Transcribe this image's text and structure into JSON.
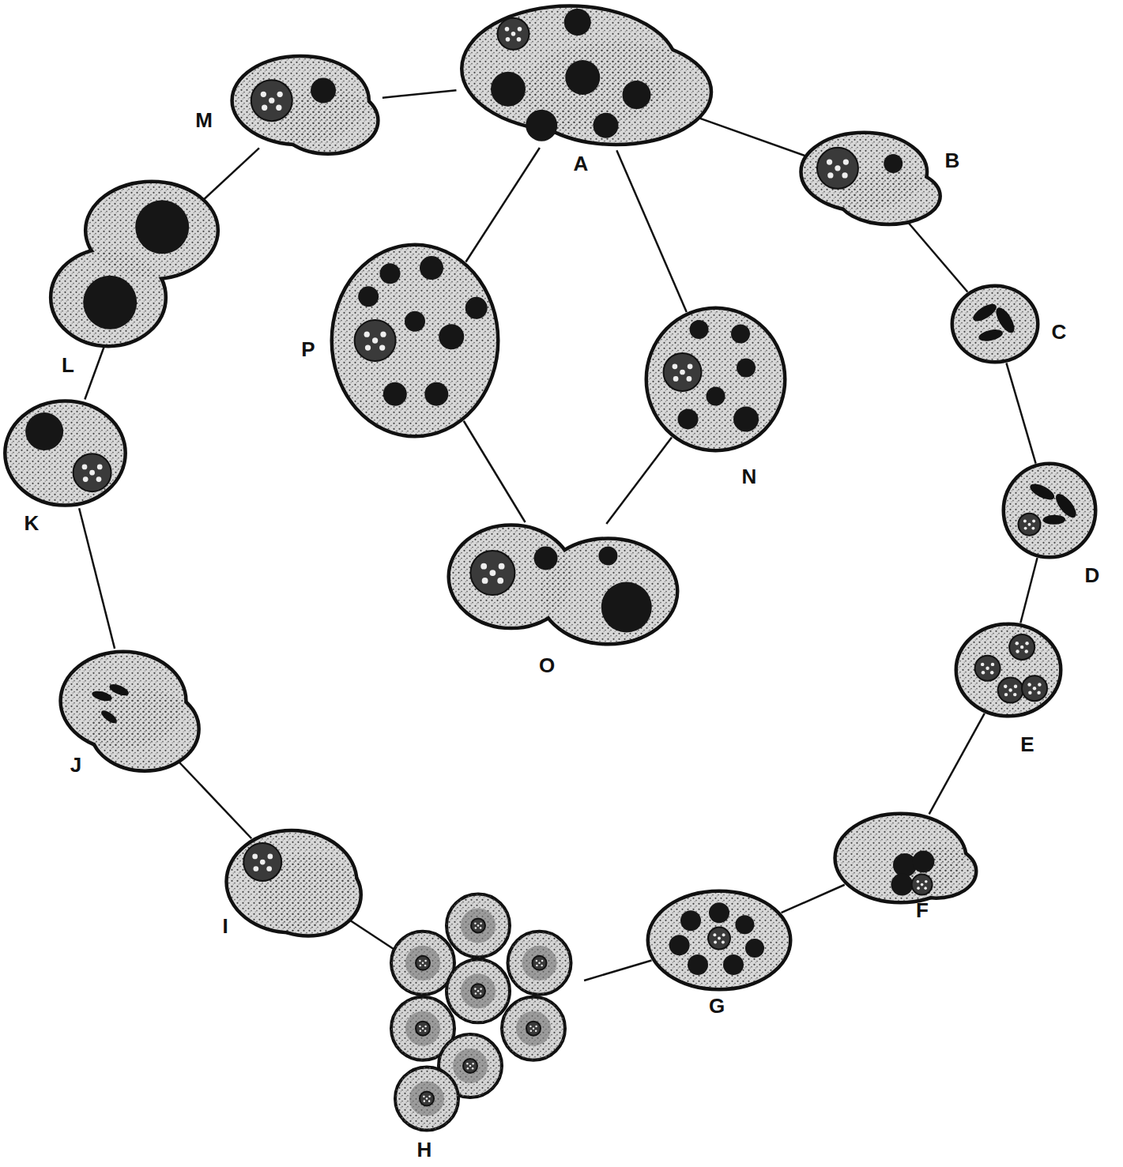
{
  "diagram": {
    "nodes": [
      {
        "text": [
          "A"
        ]
      },
      {
        "text": [
          "B"
        ]
      },
      {
        "text": [
          "C"
        ]
      },
      {
        "text": [
          "D"
        ]
      },
      {
        "text": [
          "E"
        ]
      },
      {
        "text": [
          "F"
        ]
      },
      {
        "text": [
          "G"
        ]
      },
      {
        "text": [
          "H"
        ]
      },
      {
        "text": [
          "I"
        ]
      },
      {
        "text": [
          "J"
        ]
      },
      {
        "text": [
          "K"
        ]
      },
      {
        "text": [
          "L"
        ]
      },
      {
        "text": [
          "M"
        ]
      },
      {
        "text": [
          "N"
        ]
      },
      {
        "text": [
          "O"
        ]
      },
      {
        "text": [
          "P"
        ]
      }
    ],
    "edges": [
      {
        "from": 0,
        "to": 1,
        "arrow": "none"
      },
      {
        "from": 1,
        "to": 2,
        "arrow": "none"
      },
      {
        "from": 2,
        "to": 3,
        "arrow": "none"
      },
      {
        "from": 3,
        "to": 4,
        "arrow": "none"
      },
      {
        "from": 4,
        "to": 5,
        "arrow": "none"
      },
      {
        "from": 5,
        "to": 6,
        "arrow": "none"
      },
      {
        "from": 6,
        "to": 7,
        "arrow": "none"
      },
      {
        "from": 7,
        "to": 8,
        "arrow": "none"
      },
      {
        "from": 8,
        "to": 9,
        "arrow": "none"
      },
      {
        "from": 9,
        "to": 10,
        "arrow": "none"
      },
      {
        "from": 10,
        "to": 11,
        "arrow": "none"
      },
      {
        "from": 11,
        "to": 12,
        "arrow": "none"
      },
      {
        "from": 12,
        "to": 0,
        "arrow": "none"
      },
      {
        "from": 0,
        "to": 13,
        "arrow": "none"
      },
      {
        "from": 13,
        "to": 14,
        "arrow": "none"
      },
      {
        "from": 14,
        "to": 15,
        "arrow": "none"
      },
      {
        "from": 15,
        "to": 0,
        "arrow": "none"
      }
    ]
  }
}
